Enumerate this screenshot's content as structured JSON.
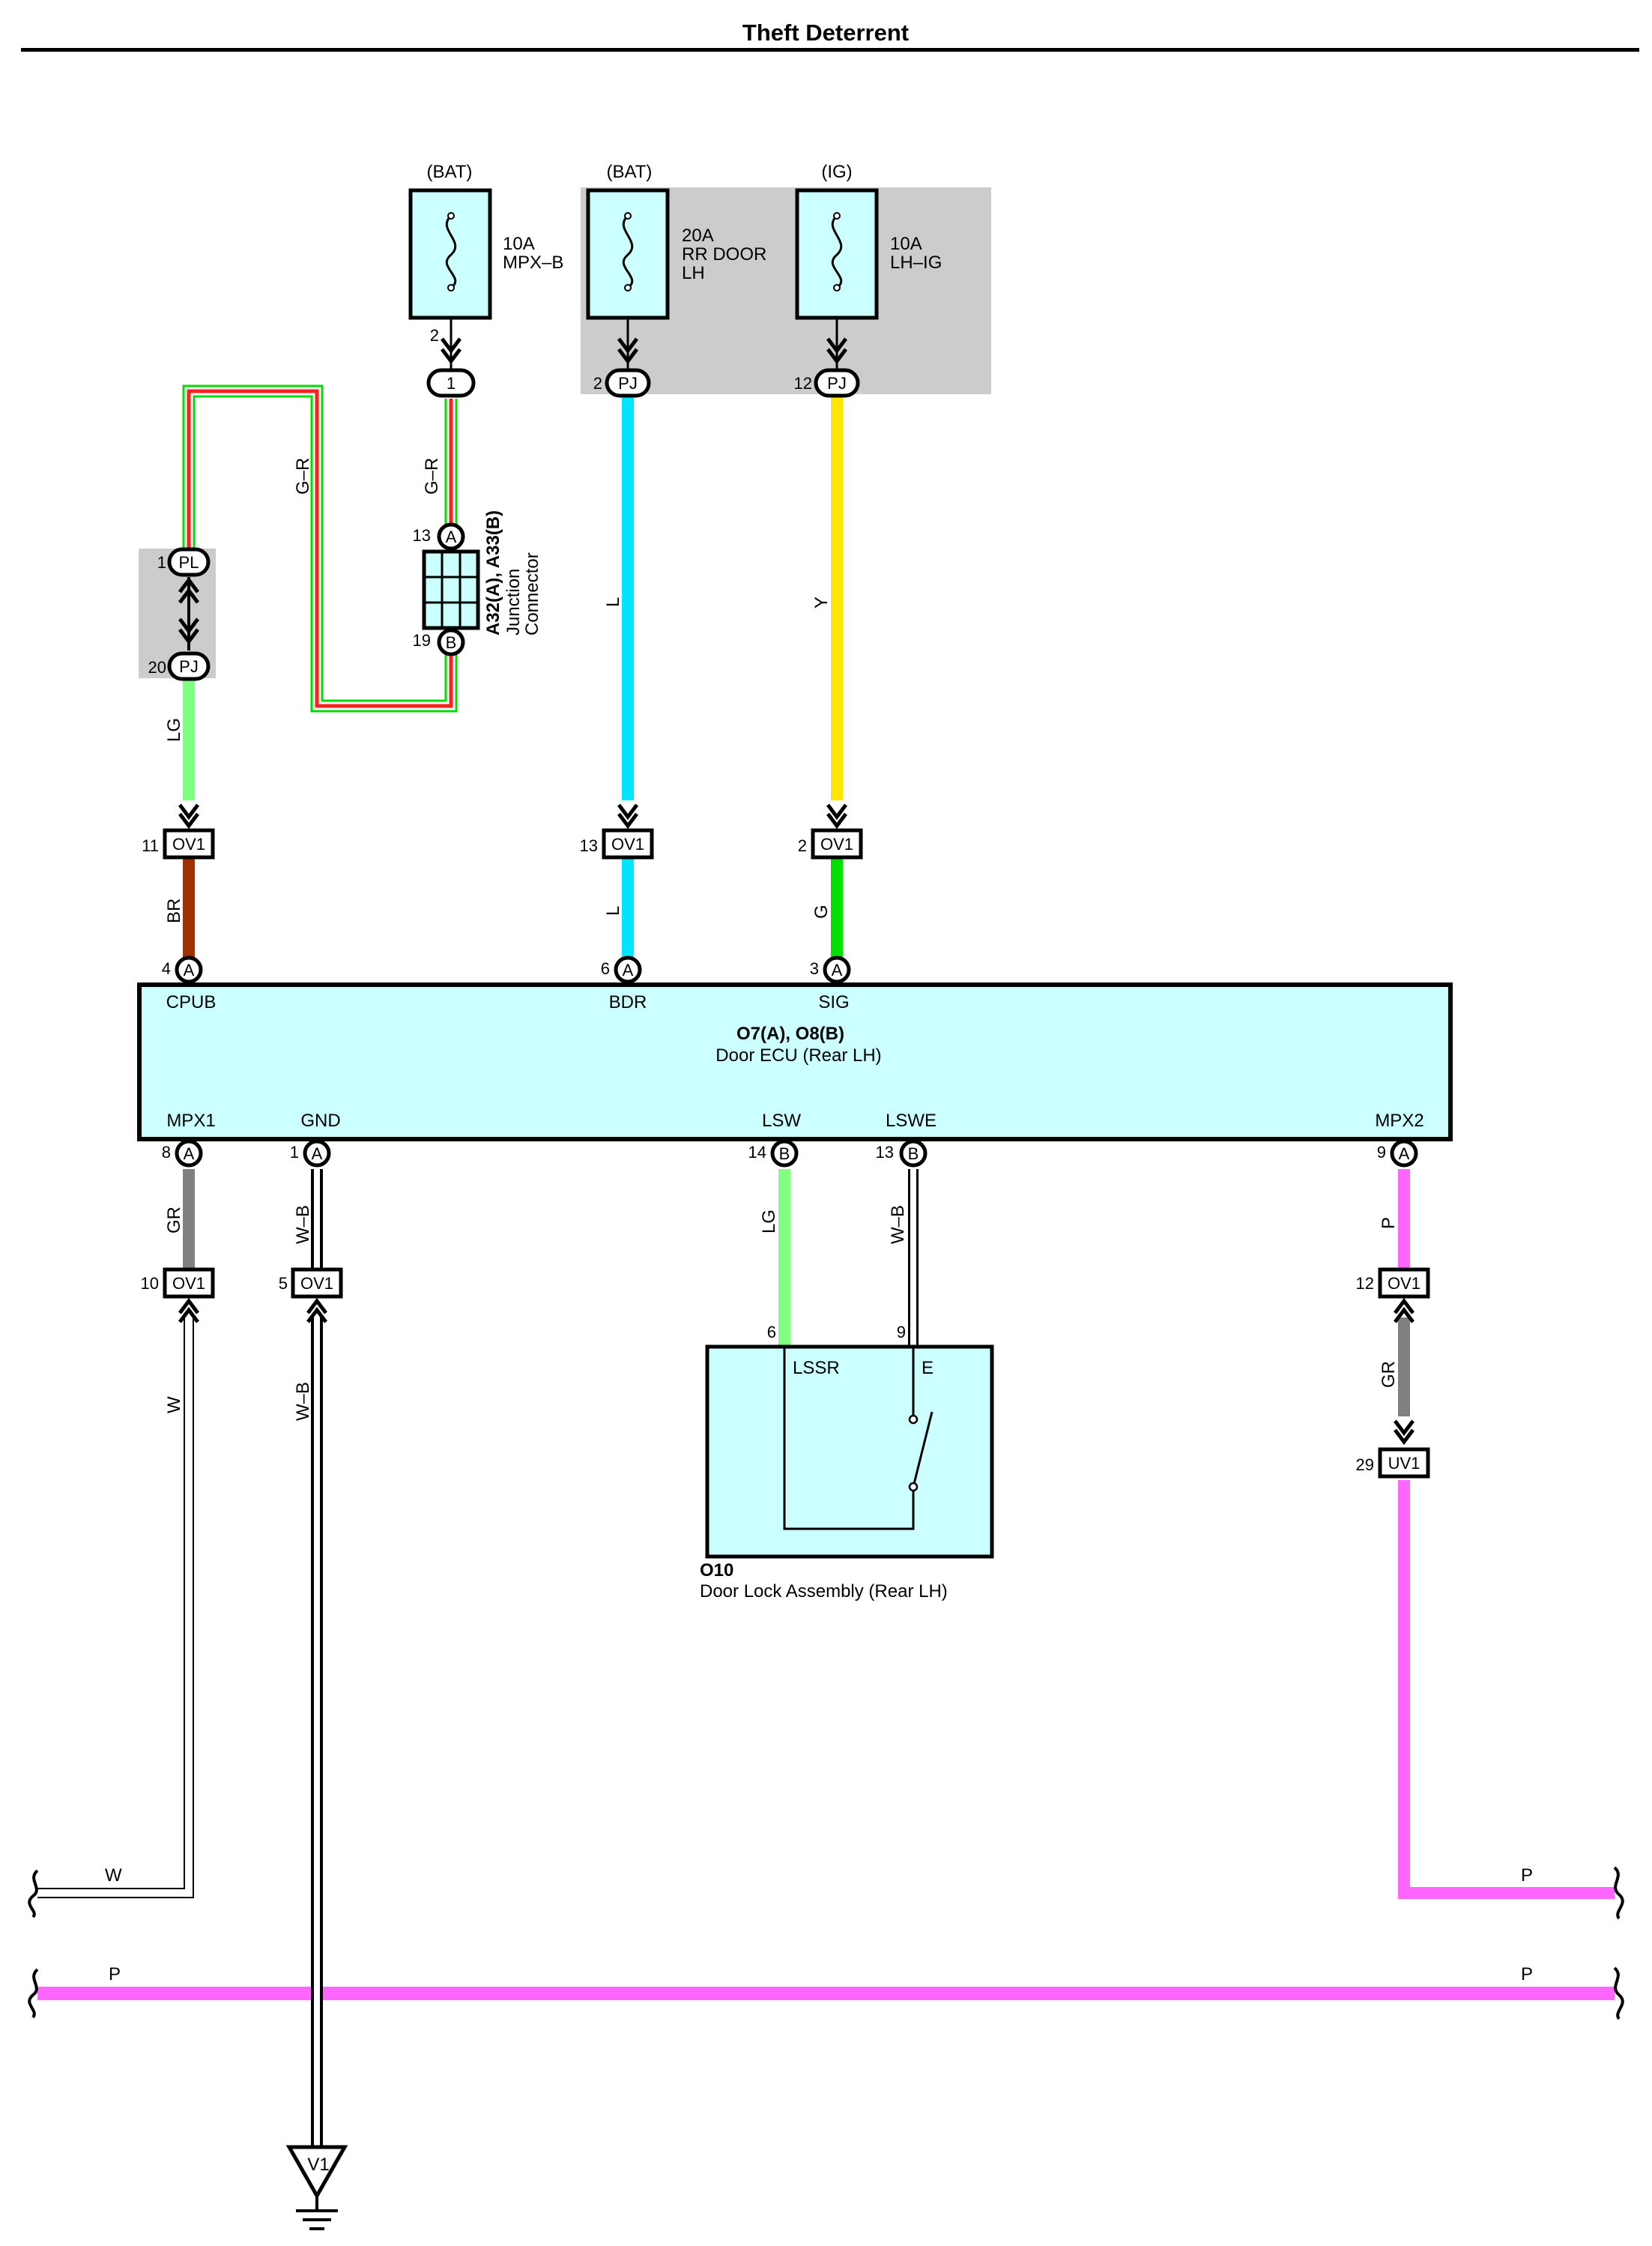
{
  "title": "Theft Deterrent",
  "fuses": {
    "mpxb": {
      "source": "(BAT)",
      "rating": "10A",
      "name": "MPX–B",
      "out_pin": "2",
      "conn_pin": "1"
    },
    "rrdoor": {
      "source": "(BAT)",
      "rating": "20A",
      "name1": "RR DOOR",
      "name2": "LH",
      "pin": "2",
      "conn": "PJ"
    },
    "lhig": {
      "source": "(IG)",
      "rating": "10A",
      "name": "LH–IG",
      "pin": "12",
      "conn": "PJ"
    }
  },
  "junction": {
    "name": "A32(A), A33(B)",
    "line2": "Junction",
    "line3": "Connector",
    "pin_a": "13",
    "pin_a_conn": "A",
    "pin_b": "19",
    "pin_b_conn": "B"
  },
  "pl_pj": {
    "pin_top": "1",
    "conn_top": "PL",
    "pin_bottom": "20",
    "conn_bottom": "PJ"
  },
  "wire_labels": {
    "gr_left": "G–R",
    "gr_right": "G–R",
    "lg_upper": "LG",
    "l_upper": "L",
    "y_upper": "Y",
    "br": "BR",
    "l_lower": "L",
    "g": "G",
    "gr_mpx1": "GR",
    "wb_gnd": "W–B",
    "lg_lsw": "LG",
    "wb_lswe": "W–B",
    "p_mpx2": "P",
    "w_lower": "W",
    "wb_lower": "W–B",
    "gr_uv1": "GR",
    "w_end": "W",
    "p_end_right": "P",
    "p_bus_left": "P",
    "p_bus_right": "P"
  },
  "ov1_top": [
    {
      "pin": "11",
      "conn": "OV1"
    },
    {
      "pin": "13",
      "conn": "OV1"
    },
    {
      "pin": "2",
      "conn": "OV1"
    }
  ],
  "ecu": {
    "name": "O7(A), O8(B)",
    "desc": "Door ECU (Rear LH)",
    "top_pins": [
      {
        "num": "4",
        "conn": "A",
        "label": "CPUB"
      },
      {
        "num": "6",
        "conn": "A",
        "label": "BDR"
      },
      {
        "num": "3",
        "conn": "A",
        "label": "SIG"
      }
    ],
    "bottom_pins": [
      {
        "num": "8",
        "conn": "A",
        "label": "MPX1"
      },
      {
        "num": "1",
        "conn": "A",
        "label": "GND"
      },
      {
        "num": "14",
        "conn": "B",
        "label": "LSW"
      },
      {
        "num": "13",
        "conn": "B",
        "label": "LSWE"
      },
      {
        "num": "9",
        "conn": "A",
        "label": "MPX2"
      }
    ]
  },
  "ov1_bottom": [
    {
      "pin": "10",
      "conn": "OV1"
    },
    {
      "pin": "5",
      "conn": "OV1"
    },
    {
      "pin": "12",
      "conn": "OV1"
    }
  ],
  "uv1": {
    "pin": "29",
    "conn": "UV1"
  },
  "door_lock": {
    "name": "O10",
    "desc": "Door Lock Assembly (Rear LH)",
    "pin_left": "6",
    "pin_right": "9",
    "label_left": "LSSR",
    "label_right": "E"
  },
  "ground": {
    "label": "V1"
  },
  "colors": {
    "LG": "#80ff80",
    "L": "#00e5ff",
    "Y": "#ffe600",
    "BR": "#a03000",
    "G": "#00e000",
    "GR": "#808080",
    "P": "#ff66ff",
    "R": "#ff2020",
    "ecu_fill": "#ccffff",
    "relay_box": "#cccccc"
  }
}
